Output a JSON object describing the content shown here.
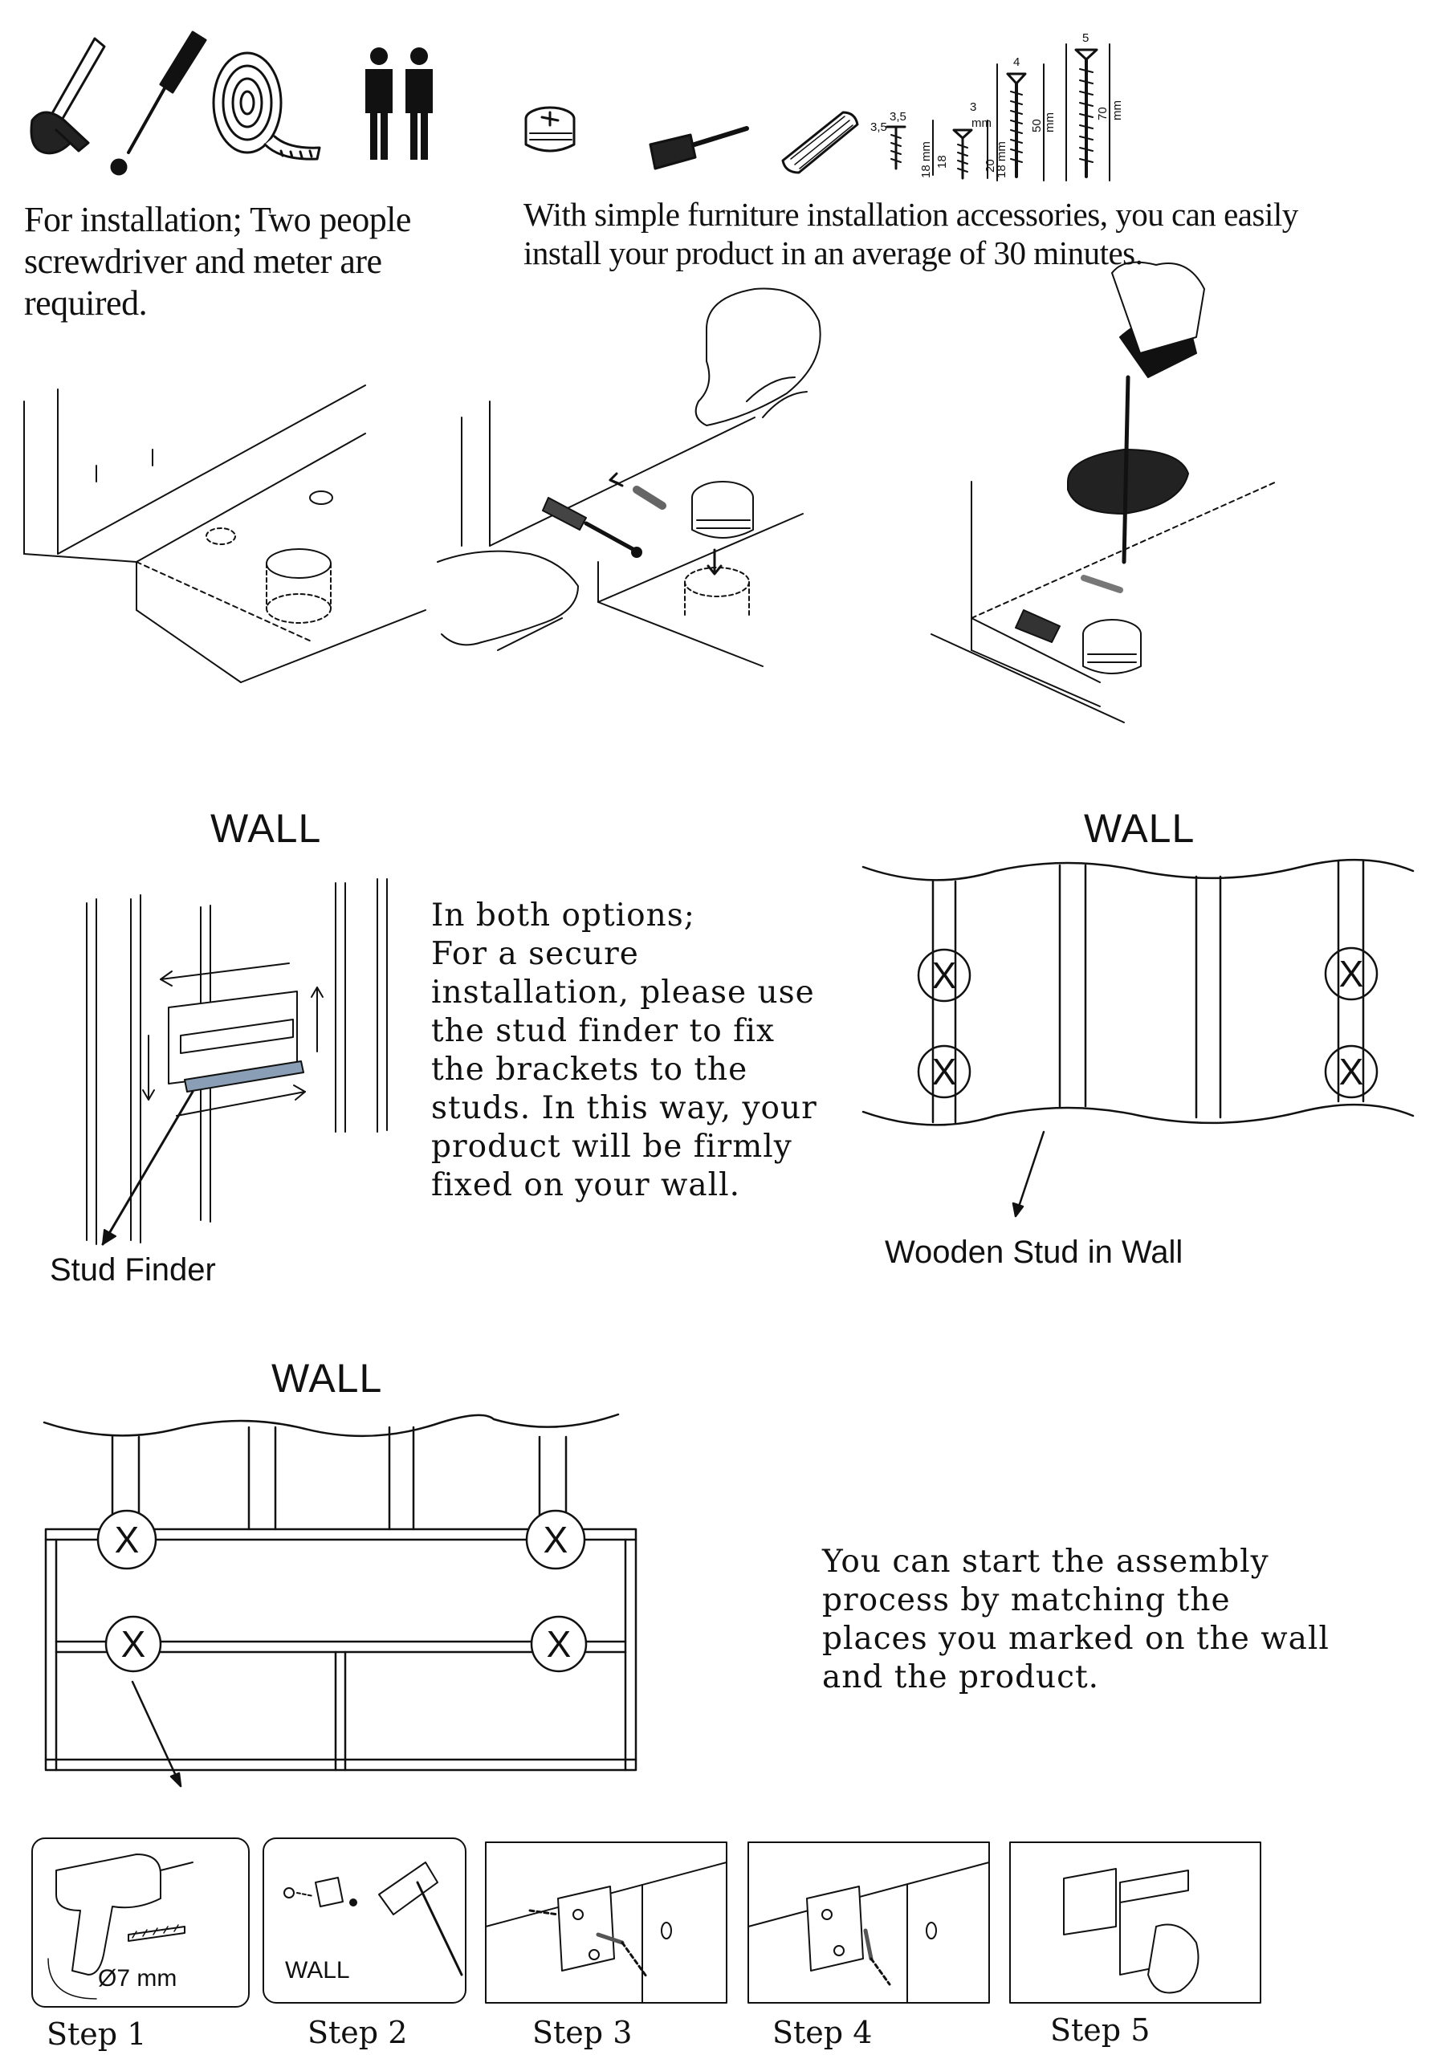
{
  "intro": {
    "tools_text": "For installation; Two people\nscrewdriver and meter are\nrequired.",
    "accessories_text": "With simple furniture installation accessories, you can easily\ninstall your product in an average of 30 minutes."
  },
  "hardware_labels": {
    "screw_a_diameter": "3,5",
    "screw_a_head": "3,5",
    "screw_a_length": "18",
    "screw_a_length2": "18 mm",
    "screw_b_diameter": "3",
    "screw_b_unit": "mm",
    "screw_b_length": "20",
    "screw_b_length2": "18 mm",
    "screw_c_diameter": "4",
    "screw_c_length": "50",
    "screw_c_unit": "mm",
    "screw_d_diameter": "5",
    "screw_d_length": "70",
    "screw_d_unit": "mm"
  },
  "stud_section": {
    "wall_title_left": "WALL",
    "instruction_text": "In both options;\nFor a secure\ninstallation, please use\nthe stud finder to fix\nthe brackets to the\nstuds. In this way, your\nproduct will be firmly\nfixed on your wall.",
    "stud_finder_label": "Stud Finder",
    "wall_title_right": "WALL",
    "wooden_stud_label": "Wooden Stud in Wall"
  },
  "assembly_section": {
    "wall_title": "WALL",
    "assembly_text": "You can start the assembly\nprocess by matching the\nplaces you marked on the wall\nand the product."
  },
  "steps": {
    "drill_size": "Ø7 mm",
    "wall_small": "WALL",
    "labels": [
      "Step 1",
      "Step 2",
      "Step 3",
      "Step 4",
      "Step 5"
    ]
  }
}
